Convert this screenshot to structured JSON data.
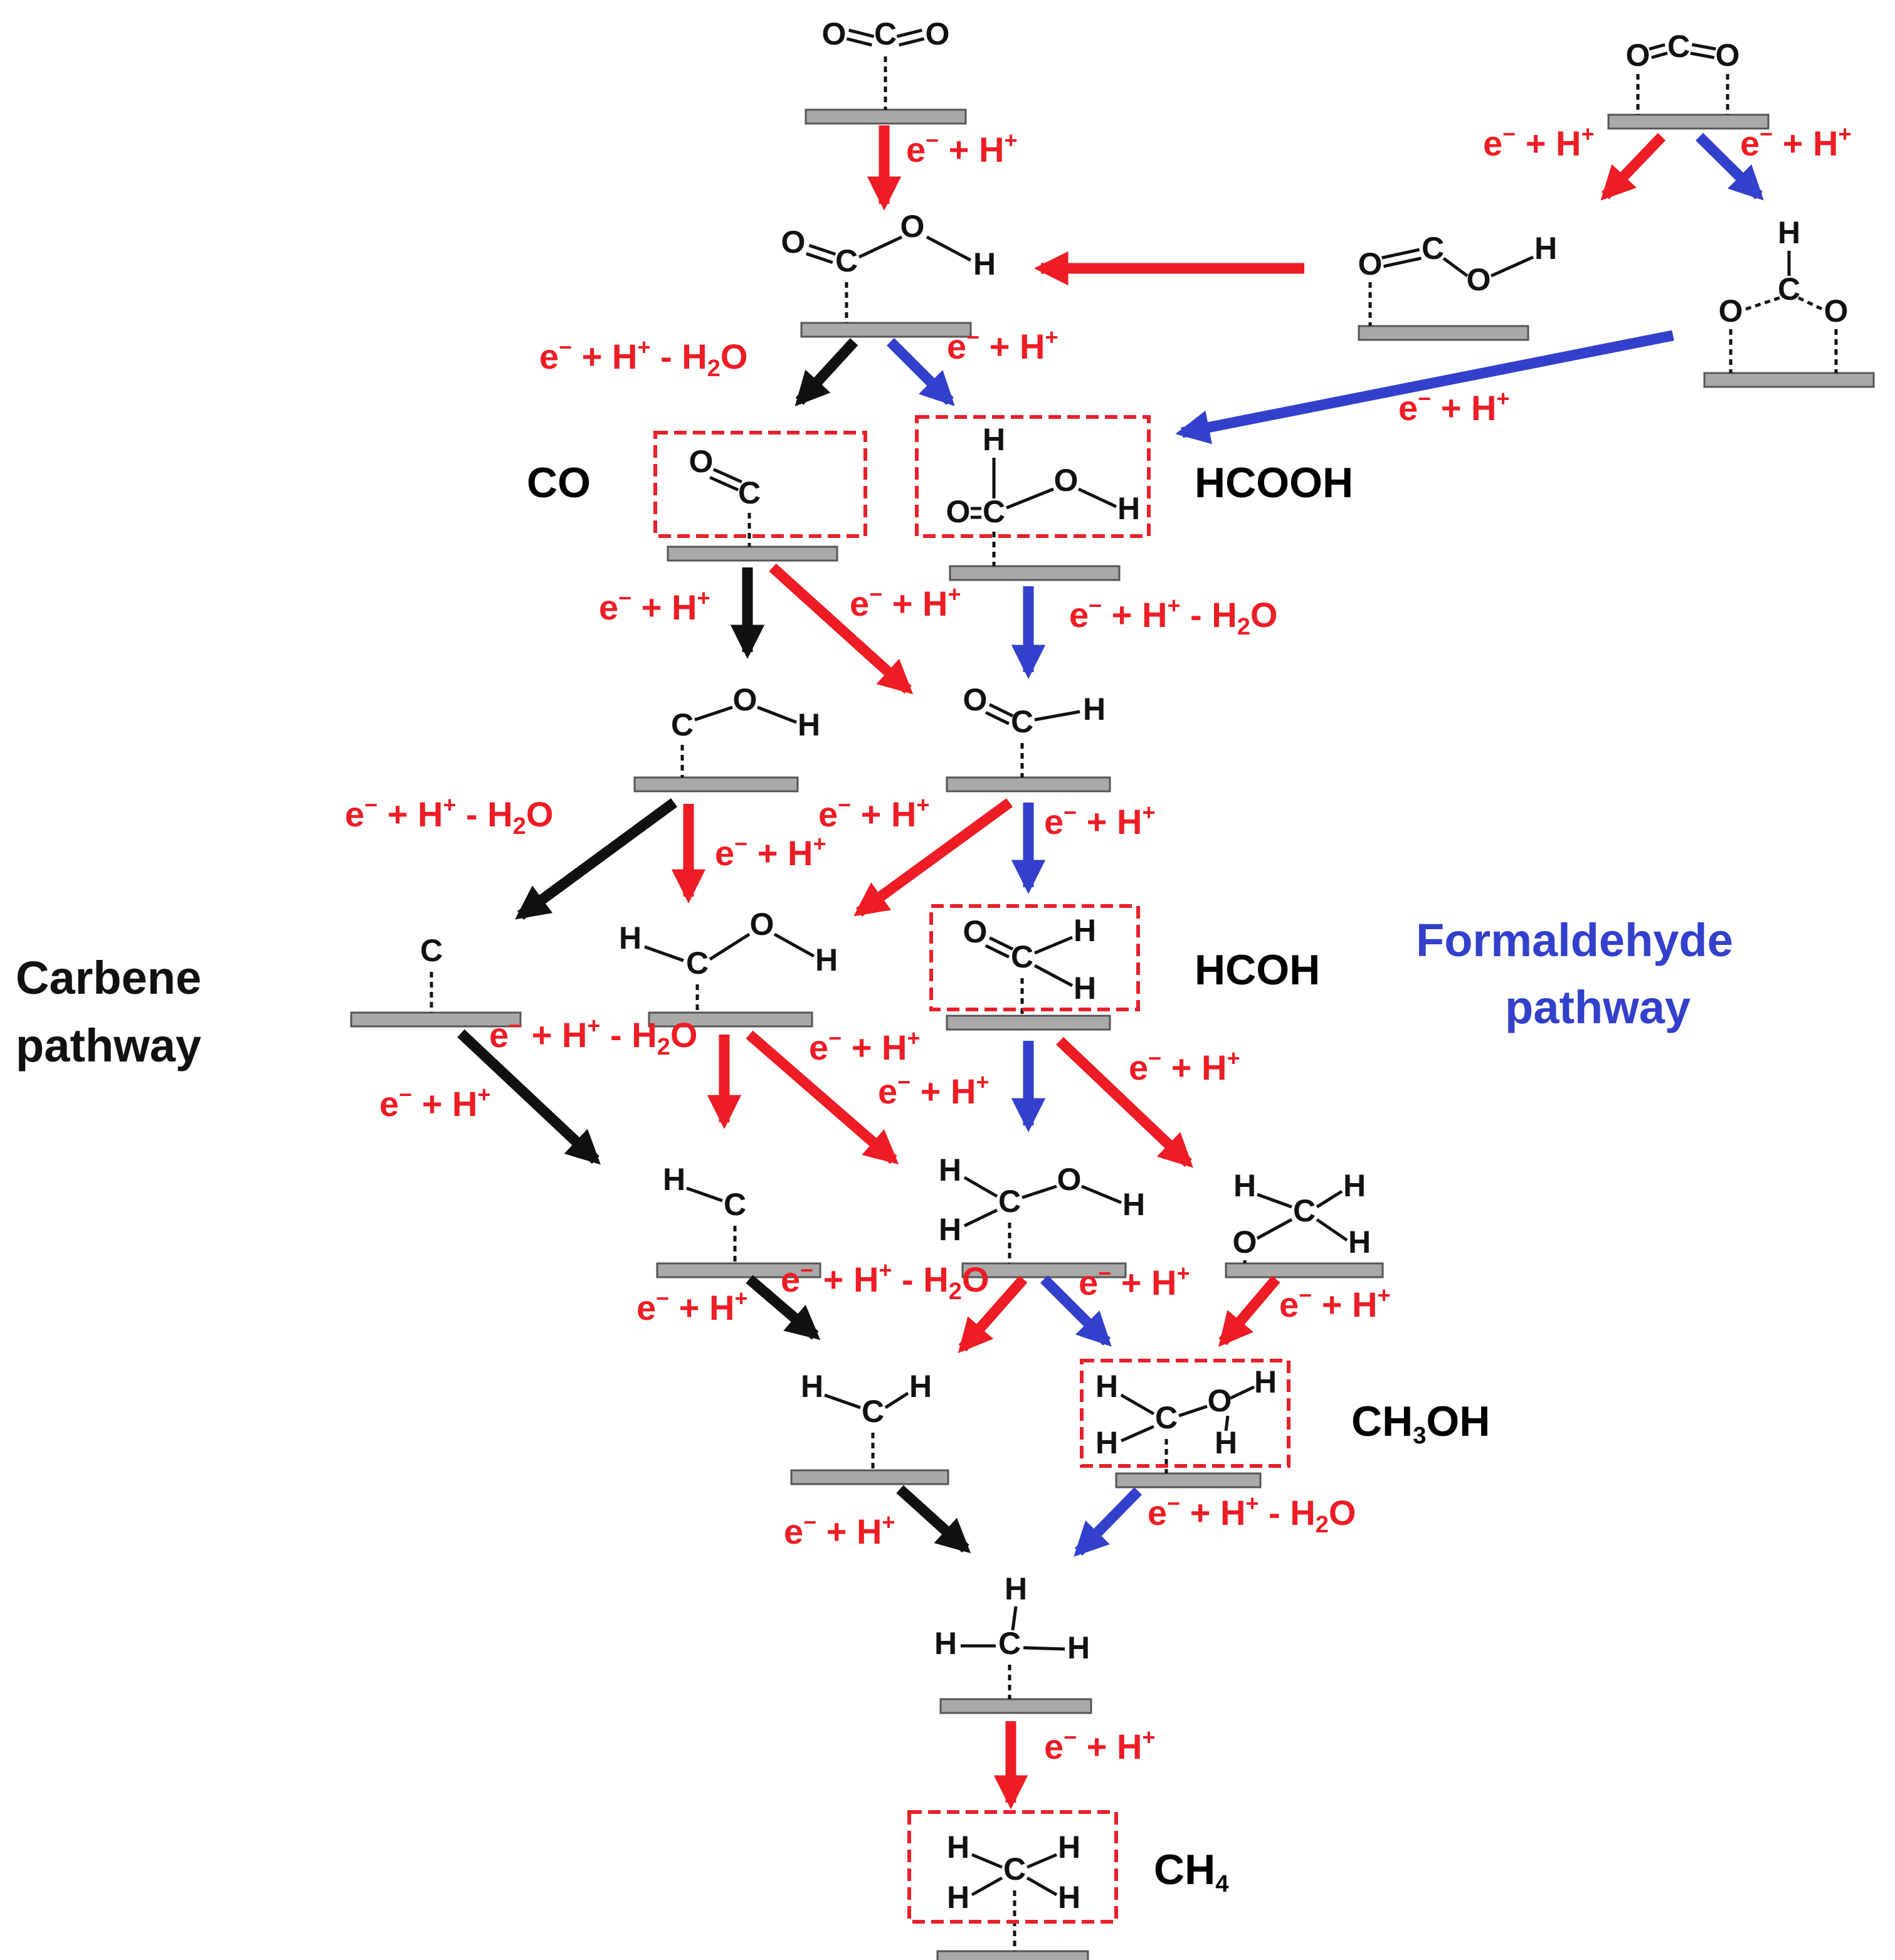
{
  "colors": {
    "red": "#ee1c24",
    "blue": "#3340cc",
    "black": "#111111",
    "surface": "#a9aaa8",
    "surface_edge": "#555555",
    "box": "#e8202a"
  },
  "step_label": {
    "e": "e",
    "minus": "−",
    "plus_h": " + H",
    "sup_plus": "+",
    "minus_water": " - H",
    "water_sub": "2",
    "water_o": "O"
  },
  "products": {
    "co": "CO",
    "hcooh": "HCOOH",
    "hcoh": "HCOH",
    "ch3oh_a": "CH",
    "ch3oh_sub": "3",
    "ch3oh_b": "OH",
    "ch4_a": "CH",
    "ch4_sub": "4"
  },
  "pathways": {
    "carbene_line1": "Carbene",
    "carbene_line2": "pathway",
    "formaldehyde_line1": "Formaldehyde",
    "formaldehyde_line2": "pathway"
  },
  "atoms": {
    "o": "O",
    "c": "C",
    "h": "H"
  }
}
